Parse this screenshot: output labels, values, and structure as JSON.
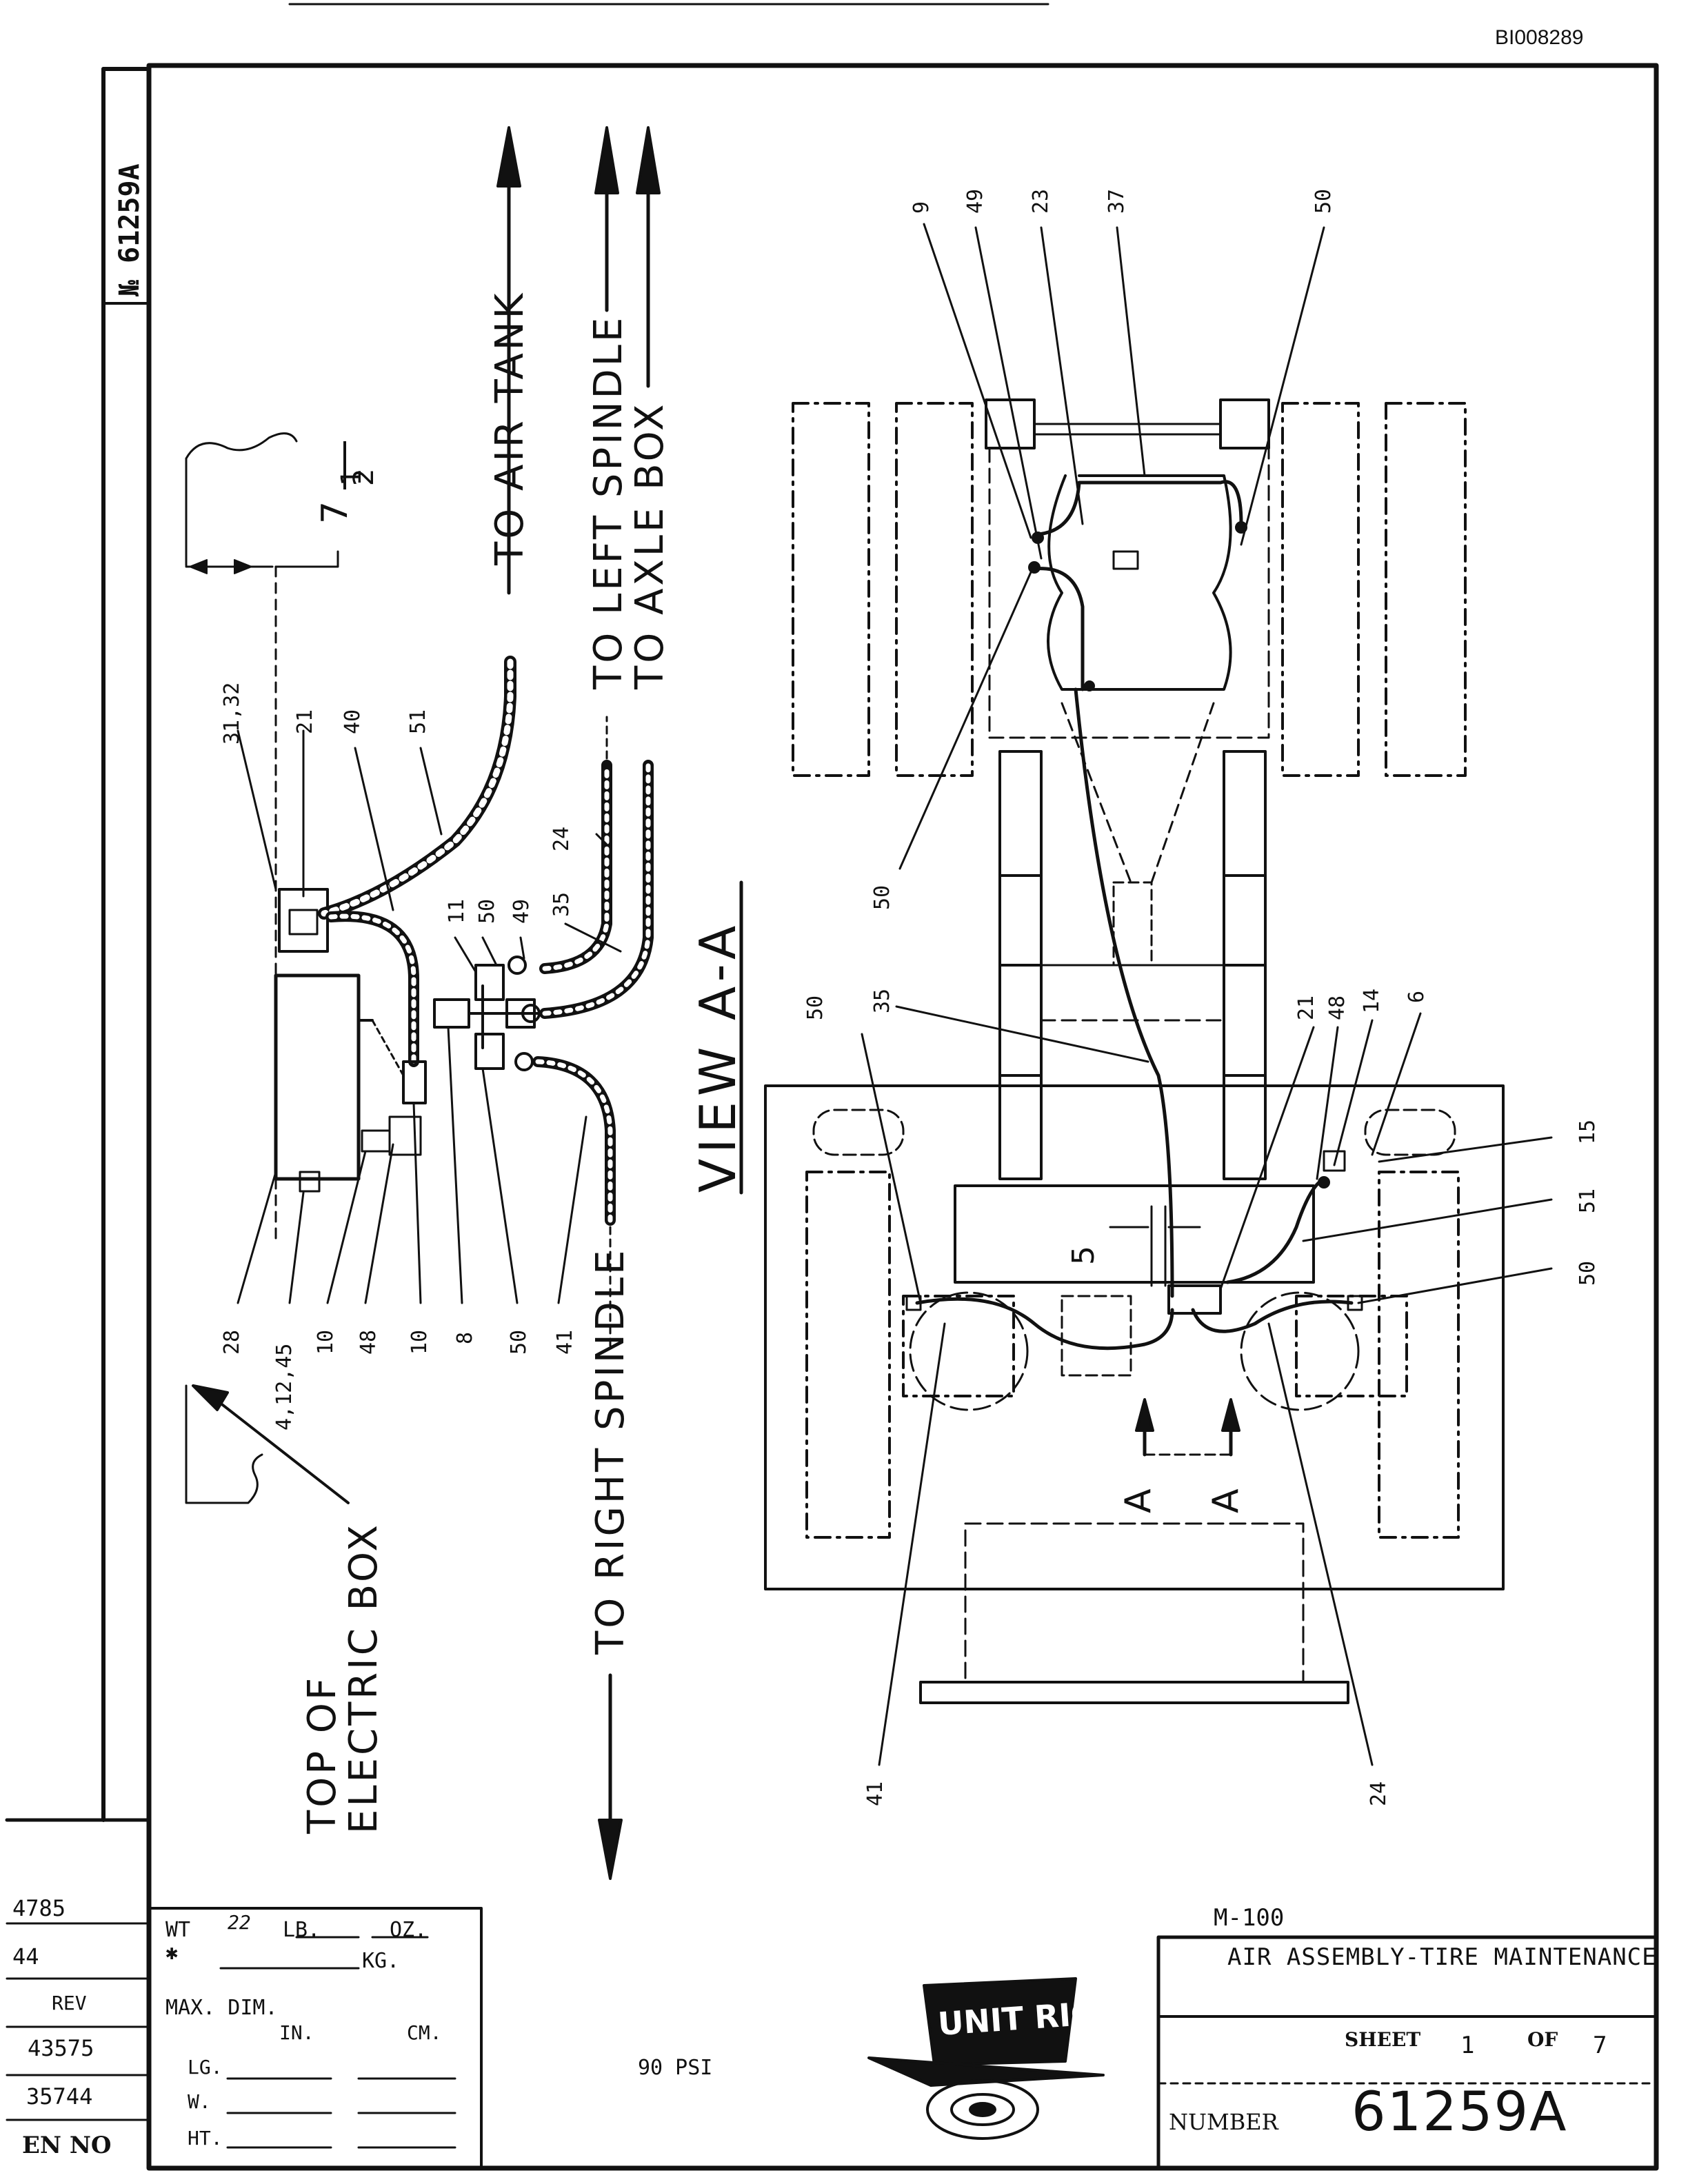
{
  "doc_id": "BI008289",
  "margin_drawing_no": "№ 61259A",
  "dimension": {
    "whole": "7",
    "num": "1",
    "den": "2"
  },
  "detail_view": {
    "title": "VIEW A-A",
    "to_air_tank": "TO AIR TANK",
    "to_left_spindle": "TO LEFT SPINDLE",
    "to_axle_box": "TO AXLE BOX",
    "to_right_spindle": "TO RIGHT SPINDLE",
    "top_of_electric_box": [
      "TOP OF",
      "ELECTRIC BOX"
    ],
    "top_callouts": [
      "31,32",
      "21",
      "40",
      "51"
    ],
    "mid_callouts": [
      "11",
      "50",
      "49",
      "35",
      "24"
    ],
    "bottom_callouts": [
      "28",
      "4,12,45",
      "10",
      "48",
      "10",
      "8",
      "50",
      "41"
    ]
  },
  "plan_view": {
    "top_callouts": [
      "9",
      "49",
      "23",
      "37",
      "50"
    ],
    "left_callouts": [
      "50",
      "35",
      "50"
    ],
    "right_callouts": [
      "21",
      "48",
      "14",
      "6",
      "15",
      "51",
      "50"
    ],
    "bottom_callouts": [
      "41",
      "24"
    ],
    "dim_5": "5",
    "section_marks": [
      "A",
      "A"
    ]
  },
  "revisions": [
    "4785",
    "44",
    "REV",
    "43575",
    "35744",
    "EN NO"
  ],
  "weight_block": {
    "wt_label": "WT",
    "lb_label": "LB.",
    "oz_label": "OZ.",
    "kg_label": "KG.",
    "wt_value": "22",
    "max_dim_label": "MAX. DIM.",
    "in_label": "IN.",
    "cm_label": "CM.",
    "rows": [
      "LG.",
      "W.",
      "HT."
    ]
  },
  "pressure_note": "90 PSI",
  "logo_text": "UNIT RIG",
  "title_block": {
    "model": "M-100",
    "title": "AIR ASSEMBLY-TIRE MAINTENANCE",
    "sheet_label": "SHEET",
    "sheet_no": "1",
    "of_label": "OF",
    "sheet_total": "7",
    "number_label": "NUMBER",
    "number": "61259A"
  }
}
